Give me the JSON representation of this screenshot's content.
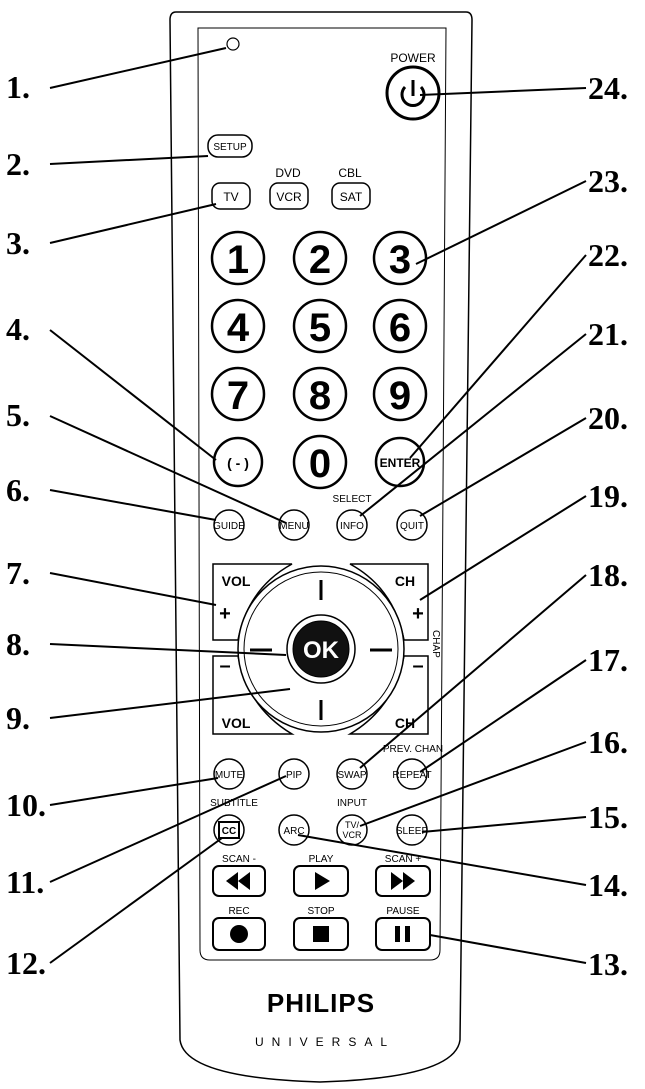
{
  "callouts": [
    "1.",
    "2.",
    "3.",
    "4.",
    "5.",
    "6.",
    "7.",
    "8.",
    "9.",
    "10.",
    "11.",
    "12.",
    "13.",
    "14.",
    "15.",
    "16.",
    "17.",
    "18.",
    "19.",
    "20.",
    "21.",
    "22.",
    "23.",
    "24."
  ],
  "labels": {
    "power": "POWER",
    "setup": "SETUP",
    "dvd": "DVD",
    "cbl": "CBL",
    "tv": "TV",
    "vcr": "VCR",
    "sat": "SAT",
    "dash": "( - )",
    "enter": "ENTER",
    "select": "SELECT",
    "guide": "GUIDE",
    "menu": "MENU",
    "info": "INFO",
    "quit": "QUIT",
    "vol": "VOL",
    "ch": "CH",
    "plus": "+",
    "minus": "–",
    "ok": "OK",
    "chap": "CHAP",
    "prev_chan": "PREV. CHAN",
    "mute": "MUTE",
    "pip": "PIP",
    "swap": "SWAP",
    "repeat": "REPEAT",
    "subtitle": "SUBTITLE",
    "input": "INPUT",
    "cc": "CC",
    "arc": "ARC",
    "tv_vcr_top": "TV/",
    "tv_vcr_bottom": "VCR",
    "sleep": "SLEEP",
    "scan_minus": "SCAN -",
    "play": "PLAY",
    "scan_plus": "SCAN +",
    "rec": "REC",
    "stop": "STOP",
    "pause": "PAUSE",
    "brand": "PHILIPS",
    "brand_sub": "UNIVERSAL"
  },
  "digits": [
    "1",
    "2",
    "3",
    "4",
    "5",
    "6",
    "7",
    "8",
    "9",
    "0"
  ],
  "icons": {
    "power": "power-icon",
    "rewind": "rewind-icon",
    "play": "play-icon",
    "fast_forward": "fast-forward-icon",
    "record": "record-icon",
    "stop": "stop-icon",
    "pause": "pause-icon",
    "led": "led-indicator-icon"
  }
}
